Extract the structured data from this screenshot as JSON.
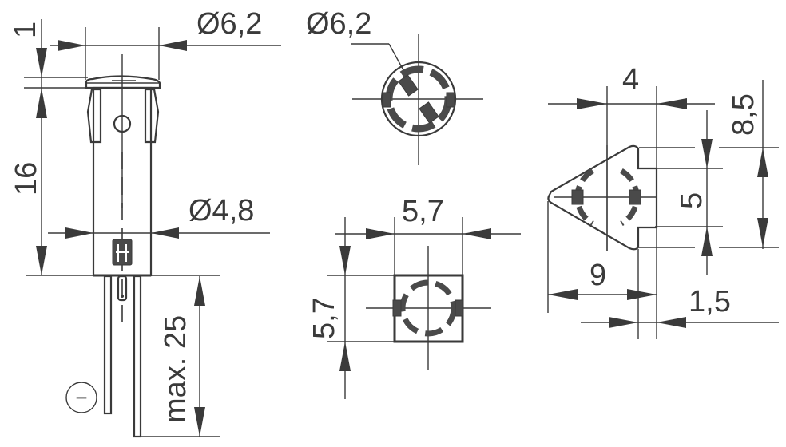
{
  "drawing": {
    "type": "technical-dimension-drawing",
    "subject": "LED indicator lamp",
    "stroke_color": "#3a3a3a",
    "background": "#ffffff"
  },
  "side_view": {
    "bezel_diameter": "Ø6,2",
    "bezel_height": "1",
    "body_length": "16",
    "body_diameter": "Ø4,8",
    "lead_length": "max. 25",
    "polarity_mark": "−"
  },
  "top_view_round": {
    "diameter": "Ø6,2"
  },
  "top_view_square": {
    "width": "5,7",
    "height": "5,7"
  },
  "top_view_triangle": {
    "offset_width": "4",
    "total_width": "9",
    "notch_depth": "1,5",
    "total_height": "8,5",
    "notch_height": "5"
  }
}
